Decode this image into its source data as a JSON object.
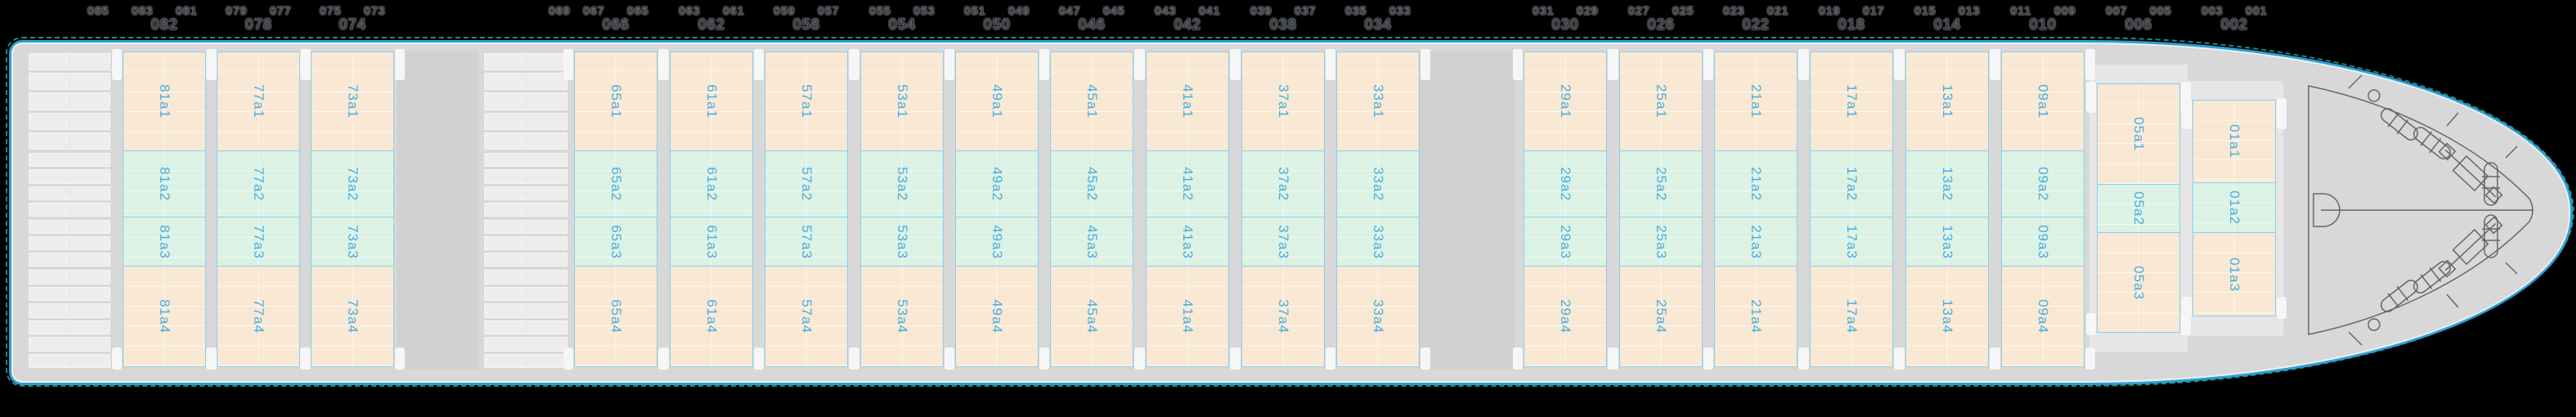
{
  "plan": {
    "bays": [
      {
        "id": "085",
        "kind": "slots",
        "top_label": "085"
      },
      {
        "id": "81",
        "kind": "bay",
        "top_left": "083",
        "top_right": "081",
        "bottom_label": "082",
        "cells": [
          "81a1",
          "81a2",
          "81a3",
          "81a4"
        ]
      },
      {
        "id": "77",
        "kind": "bay",
        "top_left": "079",
        "top_right": "077",
        "bottom_label": "078",
        "cells": [
          "77a1",
          "77a2",
          "77a3",
          "77a4"
        ]
      },
      {
        "id": "73",
        "kind": "bay",
        "top_left": "075",
        "top_right": "073",
        "bottom_label": "074",
        "cells": [
          "73a1",
          "73a2",
          "73a3",
          "73a4"
        ]
      },
      {
        "id": "069",
        "kind": "slots",
        "top_label": "069"
      },
      {
        "id": "65",
        "kind": "bay",
        "top_left": "067",
        "top_right": "065",
        "bottom_label": "066",
        "cells": [
          "65a1",
          "65a2",
          "65a3",
          "65a4"
        ]
      },
      {
        "id": "61",
        "kind": "bay",
        "top_left": "063",
        "top_right": "061",
        "bottom_label": "062",
        "cells": [
          "61a1",
          "61a2",
          "61a3",
          "61a4"
        ]
      },
      {
        "id": "57",
        "kind": "bay",
        "top_left": "059",
        "top_right": "057",
        "bottom_label": "058",
        "cells": [
          "57a1",
          "57a2",
          "57a3",
          "57a4"
        ]
      },
      {
        "id": "53",
        "kind": "bay",
        "top_left": "055",
        "top_right": "053",
        "bottom_label": "054",
        "cells": [
          "53a1",
          "53a2",
          "53a3",
          "53a4"
        ]
      },
      {
        "id": "49",
        "kind": "bay",
        "top_left": "051",
        "top_right": "049",
        "bottom_label": "050",
        "cells": [
          "49a1",
          "49a2",
          "49a3",
          "49a4"
        ]
      },
      {
        "id": "45",
        "kind": "bay",
        "top_left": "047",
        "top_right": "045",
        "bottom_label": "046",
        "cells": [
          "45a1",
          "45a2",
          "45a3",
          "45a4"
        ]
      },
      {
        "id": "41",
        "kind": "bay",
        "top_left": "043",
        "top_right": "041",
        "bottom_label": "042",
        "cells": [
          "41a1",
          "41a2",
          "41a3",
          "41a4"
        ]
      },
      {
        "id": "37",
        "kind": "bay",
        "top_left": "039",
        "top_right": "037",
        "bottom_label": "038",
        "cells": [
          "37a1",
          "37a2",
          "37a3",
          "37a4"
        ]
      },
      {
        "id": "33",
        "kind": "bay",
        "top_left": "035",
        "top_right": "033",
        "bottom_label": "034",
        "cells": [
          "33a1",
          "33a2",
          "33a3",
          "33a4"
        ]
      },
      {
        "id": "29",
        "kind": "bay",
        "top_left": "031",
        "top_right": "029",
        "bottom_label": "030",
        "cells": [
          "29a1",
          "29a2",
          "29a3",
          "29a4"
        ]
      },
      {
        "id": "25",
        "kind": "bay",
        "top_left": "027",
        "top_right": "025",
        "bottom_label": "026",
        "cells": [
          "25a1",
          "25a2",
          "25a3",
          "25a4"
        ]
      },
      {
        "id": "21",
        "kind": "bay",
        "top_left": "023",
        "top_right": "021",
        "bottom_label": "022",
        "cells": [
          "21a1",
          "21a2",
          "21a3",
          "21a4"
        ]
      },
      {
        "id": "17",
        "kind": "bay",
        "top_left": "019",
        "top_right": "017",
        "bottom_label": "018",
        "cells": [
          "17a1",
          "17a2",
          "17a3",
          "17a4"
        ]
      },
      {
        "id": "13",
        "kind": "bay",
        "top_left": "015",
        "top_right": "013",
        "bottom_label": "014",
        "cells": [
          "13a1",
          "13a2",
          "13a3",
          "13a4"
        ]
      },
      {
        "id": "09",
        "kind": "bay",
        "top_left": "011",
        "top_right": "009",
        "bottom_label": "010",
        "cells": [
          "09a1",
          "09a2",
          "09a3",
          "09a4"
        ]
      },
      {
        "id": "05",
        "kind": "bay",
        "top_left": "007",
        "top_right": "005",
        "bottom_label": "006",
        "cells": [
          "05a1",
          "05a2",
          "05a3"
        ]
      },
      {
        "id": "01",
        "kind": "bay",
        "top_left": "003",
        "top_right": "001",
        "bottom_label": "002",
        "cells": [
          "01a1",
          "01a2",
          "01a3"
        ]
      }
    ]
  },
  "colors": {
    "hull_line": "#2ba0d6",
    "hull_dashed_line": "#1f8a78",
    "deck": "#d8d8d8",
    "zone_fore_aft_fill": "#f8e8d4",
    "zone_mid_fill": "#dbf2e4",
    "cell_border": "#8ccdec",
    "cell_label": "#48aede",
    "bay_number_label": "#3d4045",
    "empty_slot_fill": "#ededed"
  }
}
